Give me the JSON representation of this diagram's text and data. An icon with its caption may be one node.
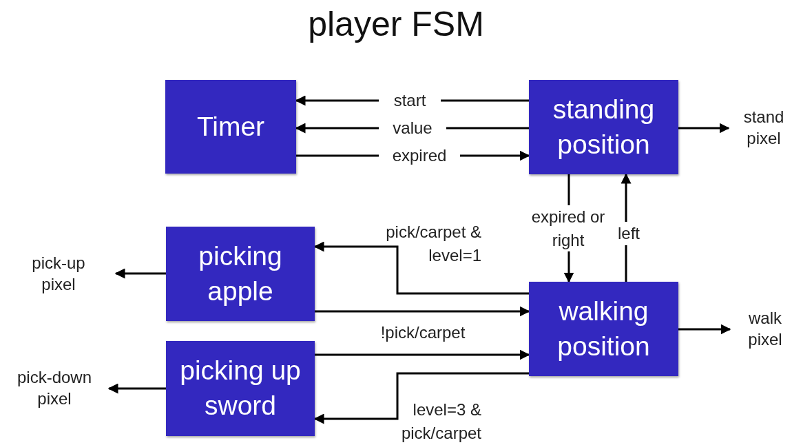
{
  "diagram": {
    "title": "player FSM",
    "nodes": [
      {
        "text": [
          "Timer"
        ]
      },
      {
        "text": [
          "standing position"
        ]
      },
      {
        "text": [
          "picking apple"
        ]
      },
      {
        "text": [
          "walking position"
        ]
      },
      {
        "text": [
          "picking up sword"
        ]
      },
      {
        "text": [
          "stand pixel"
        ]
      },
      {
        "text": [
          "walk pixel"
        ]
      },
      {
        "text": [
          "pick-up pixel"
        ]
      },
      {
        "text": [
          "pick-down pixel"
        ]
      }
    ],
    "edges": [
      {
        "from": 1,
        "to": 0,
        "arrow": "to",
        "label": "start"
      },
      {
        "from": 1,
        "to": 0,
        "arrow": "to",
        "label": "value"
      },
      {
        "from": 0,
        "to": 1,
        "arrow": "to",
        "label": "expired"
      },
      {
        "from": 1,
        "to": 3,
        "arrow": "to",
        "label": "expired or right"
      },
      {
        "from": 3,
        "to": 1,
        "arrow": "to",
        "label": "left"
      },
      {
        "from": 3,
        "to": 2,
        "arrow": "to",
        "label": "pick/carpet & level=1"
      },
      {
        "from": 2,
        "to": 3,
        "arrow": "to"
      },
      {
        "from": 4,
        "to": 3,
        "arrow": "to",
        "label": "!pick/carpet"
      },
      {
        "from": 3,
        "to": 4,
        "arrow": "to",
        "label": "level=3 & pick/carpet"
      },
      {
        "from": 1,
        "to": 5,
        "arrow": "to"
      },
      {
        "from": 3,
        "to": 6,
        "arrow": "to"
      },
      {
        "from": 2,
        "to": 7,
        "arrow": "to"
      },
      {
        "from": 4,
        "to": 8,
        "arrow": "to"
      }
    ]
  }
}
